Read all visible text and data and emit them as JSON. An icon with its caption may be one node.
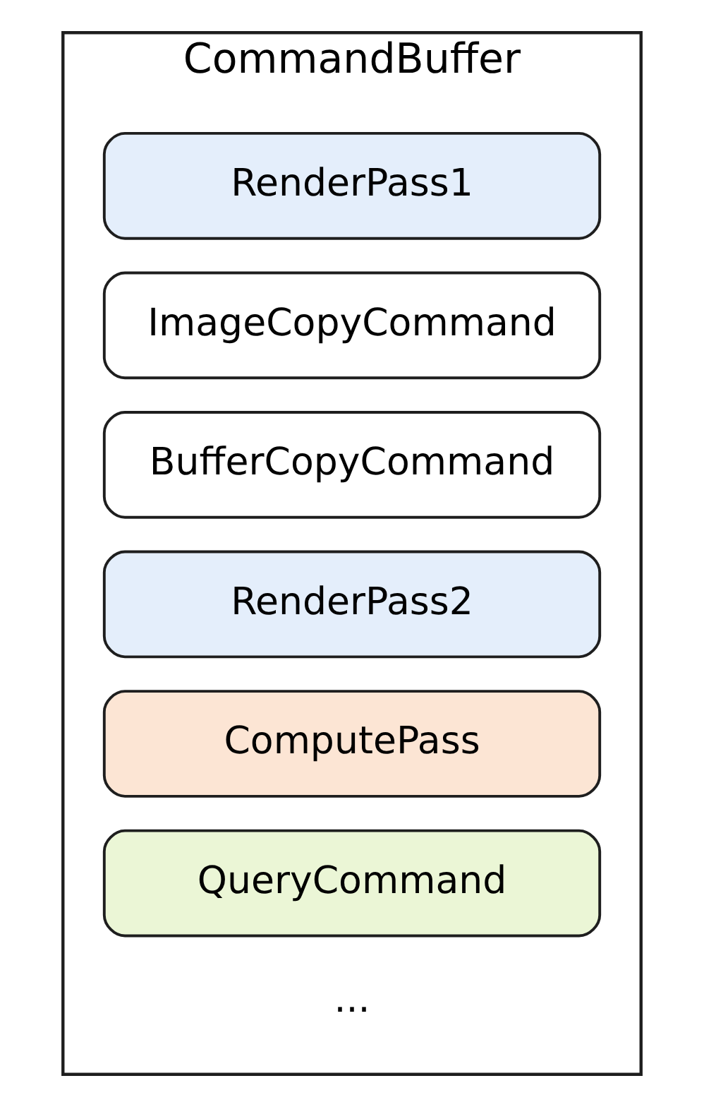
{
  "diagram": {
    "nodes": [
      {
        "text": [
          "CommandBuffer"
        ]
      },
      {
        "text": [
          "RenderPass1"
        ],
        "in": 0
      },
      {
        "text": [
          "ImageCopyCommand"
        ],
        "in": 0
      },
      {
        "text": [
          "BufferCopyCommand"
        ],
        "in": 0
      },
      {
        "text": [
          "RenderPass2"
        ],
        "in": 0
      },
      {
        "text": [
          "ComputePass"
        ],
        "in": 0
      },
      {
        "text": [
          "QueryCommand"
        ],
        "in": 0
      }
    ],
    "labels": [
      "..."
    ]
  }
}
